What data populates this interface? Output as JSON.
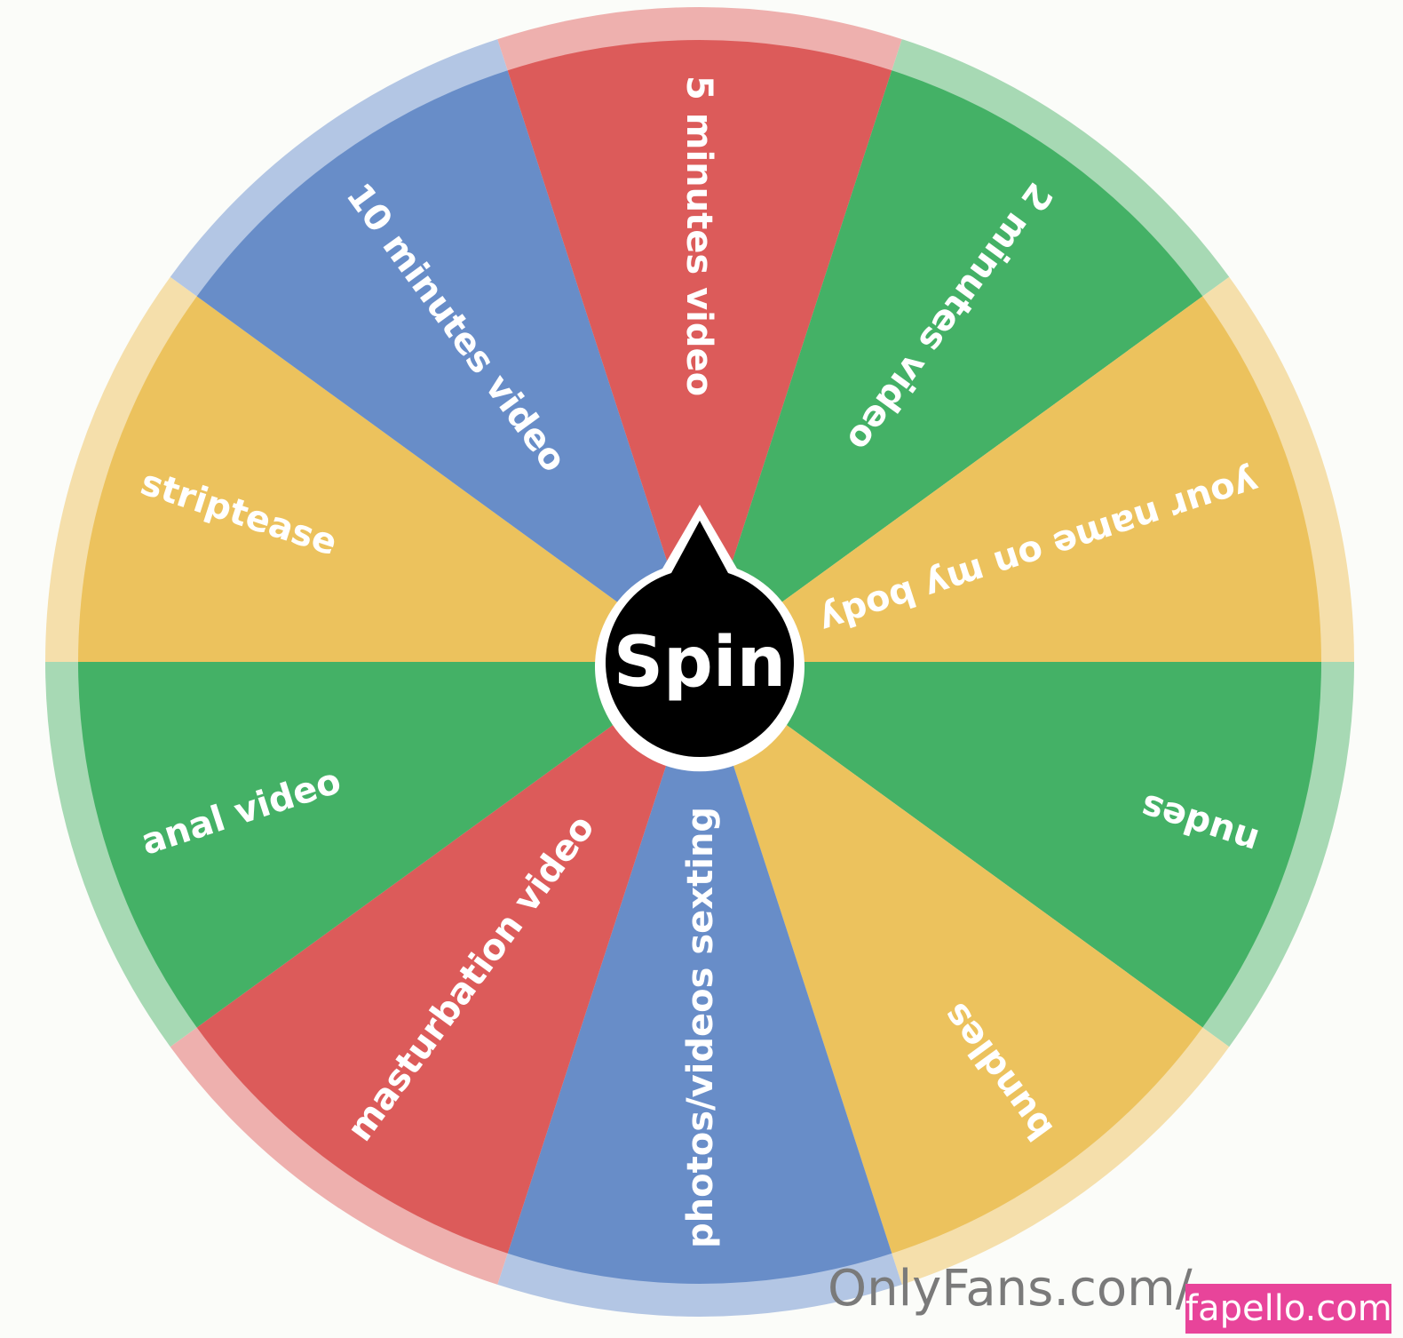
{
  "wheel": {
    "spin_label": "Spin",
    "colors": {
      "red": "#dc5b5a",
      "blue": "#688dc8",
      "green": "#44b166",
      "yellow": "#ecc25d",
      "red_rim": "#eeb0ae",
      "blue_rim": "#b3c6e4",
      "green_rim": "#a7d9b4",
      "yellow_rim": "#f5dfab",
      "hub": "#000000"
    },
    "segments": [
      {
        "label": "nudes",
        "color": "green"
      },
      {
        "label": "bundles",
        "color": "yellow"
      },
      {
        "label": "photos/videos sexting",
        "color": "blue"
      },
      {
        "label": "masturbation video",
        "color": "red"
      },
      {
        "label": "anal video",
        "color": "green"
      },
      {
        "label": "striptease",
        "color": "yellow"
      },
      {
        "label": "10 minutes video",
        "color": "blue"
      },
      {
        "label": "5 minutes video",
        "color": "red"
      },
      {
        "label": "2 minutes video",
        "color": "green"
      },
      {
        "label": "your name on my body",
        "color": "yellow"
      }
    ]
  },
  "watermark": {
    "text": "OnlyFans.com/",
    "badge": "fapello.com"
  }
}
